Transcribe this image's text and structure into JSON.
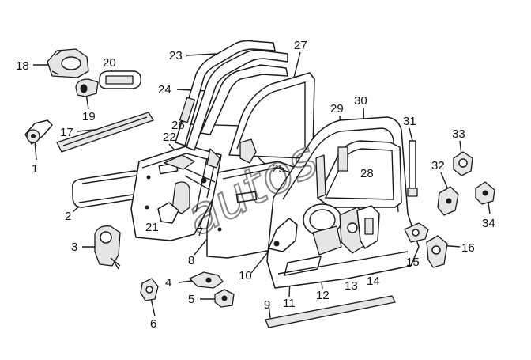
{
  "diagram": {
    "labels": [
      "1",
      "2",
      "3",
      "4",
      "5",
      "6",
      "7",
      "8",
      "9",
      "10",
      "11",
      "12",
      "13",
      "14",
      "15",
      "16",
      "17",
      "18",
      "19",
      "20",
      "21",
      "22",
      "23",
      "24",
      "25",
      "26",
      "27",
      "28",
      "29",
      "30",
      "31",
      "32",
      "33",
      "34"
    ],
    "watermark": "autos"
  }
}
